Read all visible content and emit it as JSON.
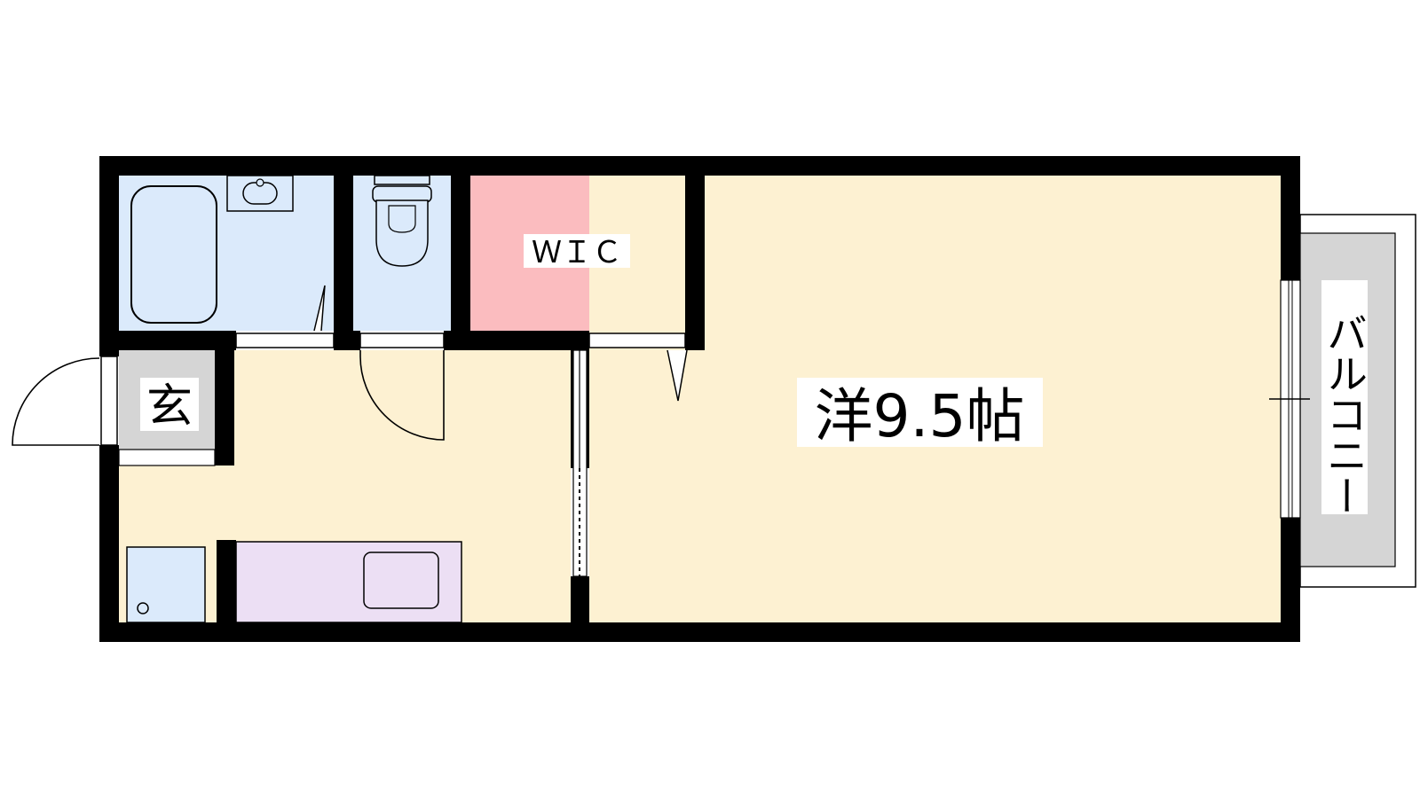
{
  "labels": {
    "wic": "ＷＩＣ",
    "genkan": "玄",
    "western_room": "洋9.5帖",
    "balcony": "バルコニー"
  },
  "colors": {
    "wall": "#000000",
    "wet_area": "#dbeafb",
    "wic": "#fbbcbf",
    "living": "#fdf1d2",
    "kitchen": "#ecdff4",
    "genkan": "#d5d5d5",
    "balcony": "#d5d5d5"
  }
}
